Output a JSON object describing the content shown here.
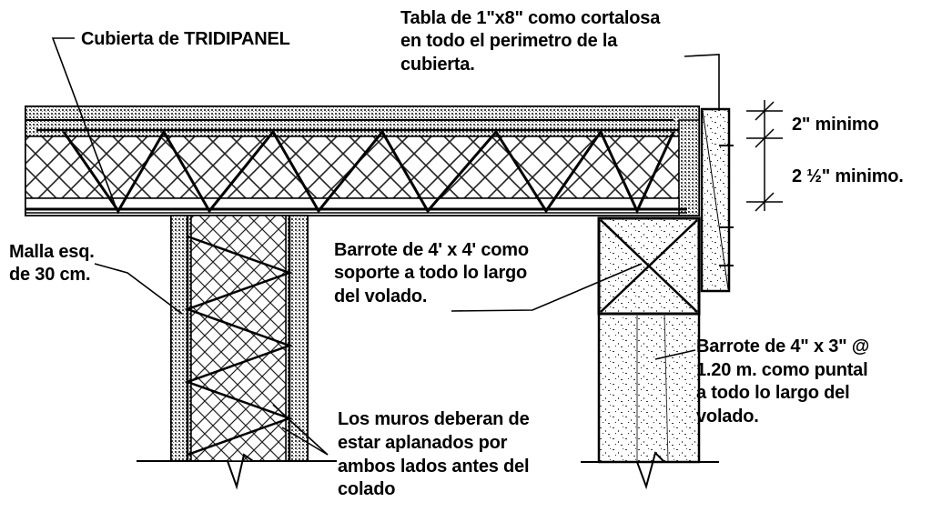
{
  "labels": {
    "cubierta": "Cubierta de TRIDIPANEL",
    "tabla": [
      "Tabla de 1\"x8\" como cortalosa",
      "en todo el perimetro de la",
      "cubierta."
    ],
    "dim_top": "2\" minimo",
    "dim_bottom": "2 ½\" minimo.",
    "malla": [
      "Malla esq.",
      "de 30 cm."
    ],
    "barrote44": [
      "Barrote de 4' x 4' como",
      "soporte a todo lo largo",
      "del volado."
    ],
    "barrote43": [
      "Barrote de 4\" x 3\" @",
      "1.20 m. como puntal",
      "a todo lo largo del",
      "volado."
    ],
    "muros": [
      "Los muros deberan de",
      "estar aplanados por",
      "ambos lados antes del",
      "colado"
    ]
  }
}
